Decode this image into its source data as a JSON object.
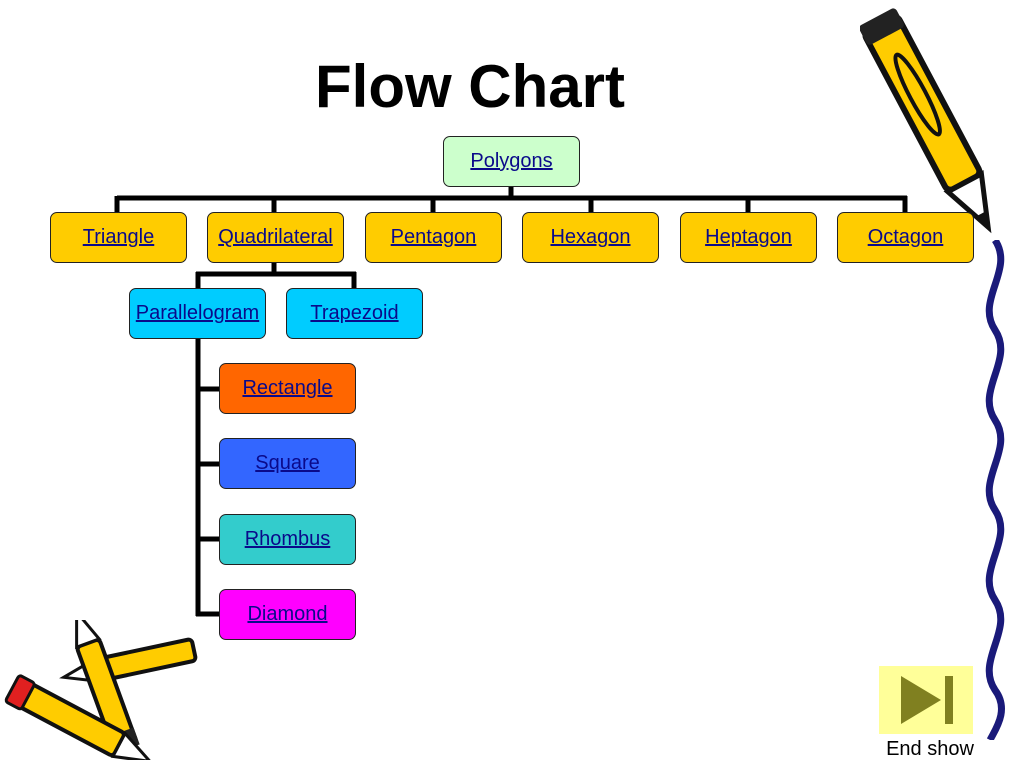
{
  "title": "Flow Chart",
  "root": {
    "label": "Polygons"
  },
  "shapes": [
    {
      "label": "Triangle"
    },
    {
      "label": "Quadrilateral"
    },
    {
      "label": "Pentagon"
    },
    {
      "label": "Hexagon"
    },
    {
      "label": "Heptagon"
    },
    {
      "label": "Octagon"
    }
  ],
  "quadrilaterals": [
    {
      "label": "Parallelogram"
    },
    {
      "label": "Trapezoid"
    }
  ],
  "parallelograms": [
    {
      "label": "Rectangle"
    },
    {
      "label": "Square"
    },
    {
      "label": "Rhombus"
    },
    {
      "label": "Diamond"
    }
  ],
  "end_show": {
    "label": "End show",
    "icon": "skip-to-end-icon"
  },
  "colors": {
    "root": "#ccffcc",
    "shape": "#ffcc00",
    "quadrilateral": "#00ccff",
    "rectangle": "#ff6600",
    "square": "#3366ff",
    "rhombus": "#33cccc",
    "diamond": "#ff00ff",
    "link_text": "#0a0a8a"
  }
}
